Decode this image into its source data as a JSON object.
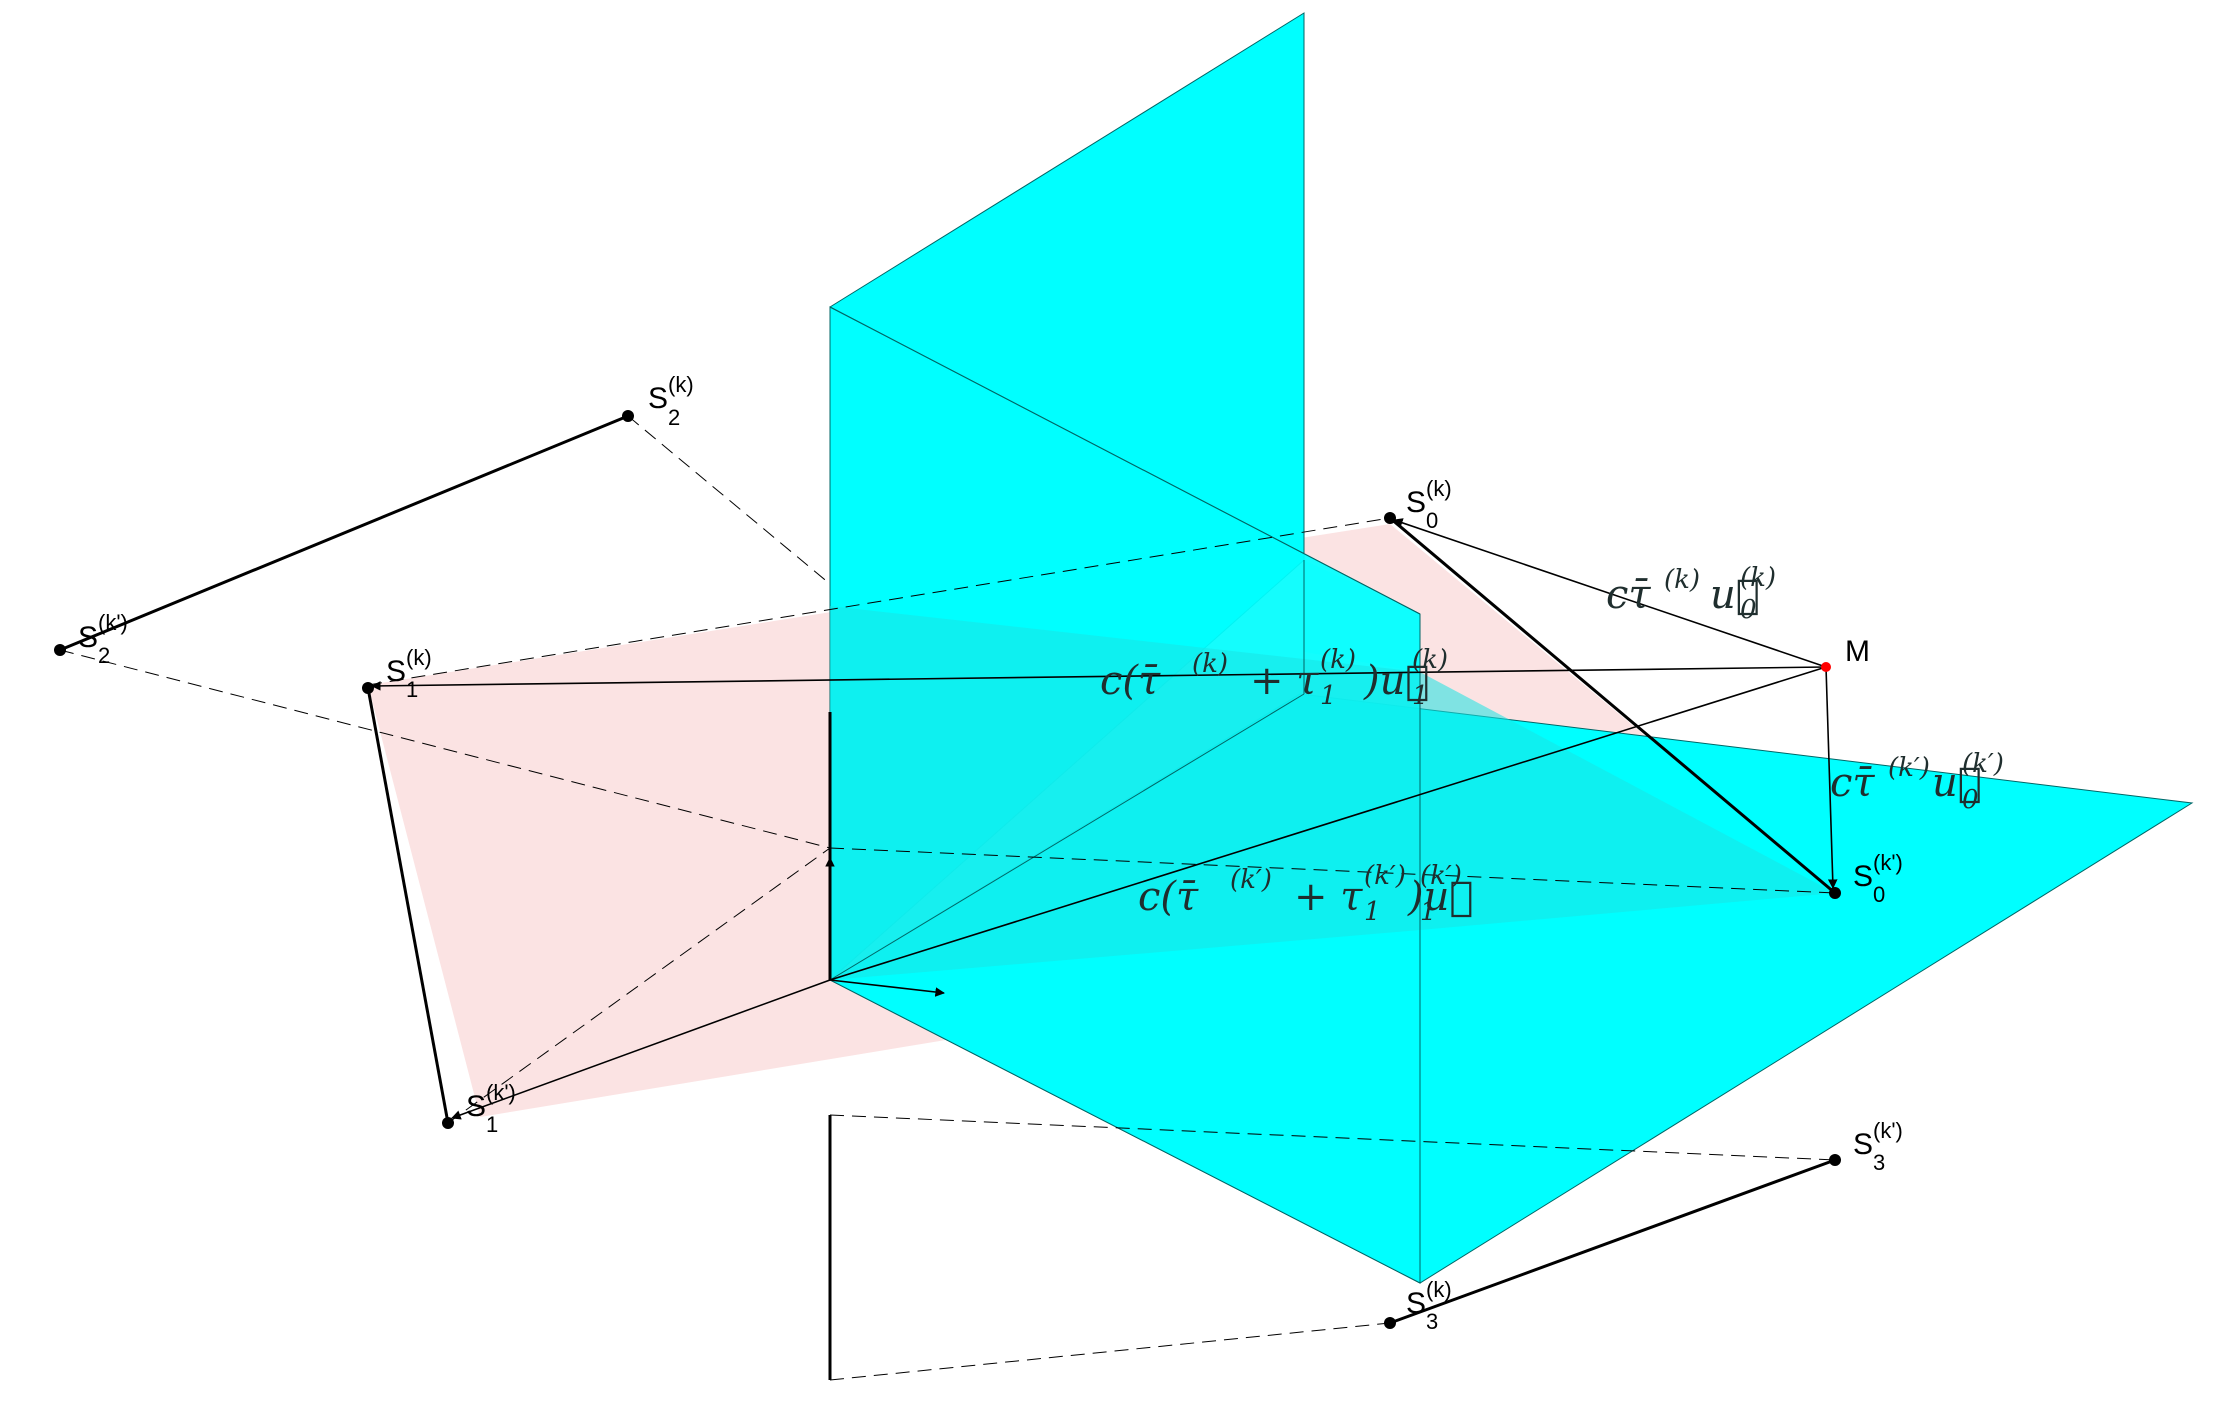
{
  "colors": {
    "plane": "#00ffff",
    "plane_overlap": "#19e3e3",
    "plane_light": "#b5eeee",
    "shade": "#fbe3e3",
    "ink": "#000000",
    "point_M": "#ff0000"
  },
  "points": {
    "S2k": {
      "base": "S",
      "sup": "(k)",
      "sub": "2"
    },
    "S2kp": {
      "base": "S",
      "sup": "(k')",
      "sub": "2"
    },
    "S1k": {
      "base": "S",
      "sup": "(k)",
      "sub": "1"
    },
    "S1kp": {
      "base": "S",
      "sup": "(k')",
      "sub": "1"
    },
    "S0k": {
      "base": "S",
      "sup": "(k)",
      "sub": "0"
    },
    "S0kp": {
      "base": "S",
      "sup": "(k')",
      "sub": "0"
    },
    "S3k": {
      "base": "S",
      "sup": "(k)",
      "sub": "3"
    },
    "S3kp": {
      "base": "S",
      "sup": "(k')",
      "sub": "3"
    },
    "M": {
      "base": "M"
    }
  },
  "formulas": {
    "f_u0k": {
      "main": "cτ̄",
      "sup1": "(k)",
      "vec": "u⃗",
      "sub": "0",
      "sup2": "(k)"
    },
    "f_u1k": {
      "main": "c(τ̄",
      "sup1": "(k)",
      "plus": "+ τ",
      "sub1": "1",
      "sup1b": "(k)",
      "close": ")u⃗",
      "sub2": "1",
      "sup2": "(k)"
    },
    "f_u0kp": {
      "main": "cτ̄",
      "sup1": "(k′)",
      "vec": "u⃗",
      "sub": "0",
      "sup2": "(k′)"
    },
    "f_u1kp": {
      "main": "c(τ̄",
      "sup1": "(k′)",
      "plus": "+ τ",
      "sub1": "1",
      "sup1b": "(k′)",
      "close": ")u⃗",
      "sub2": "1",
      "sup2": "(k′)"
    }
  }
}
